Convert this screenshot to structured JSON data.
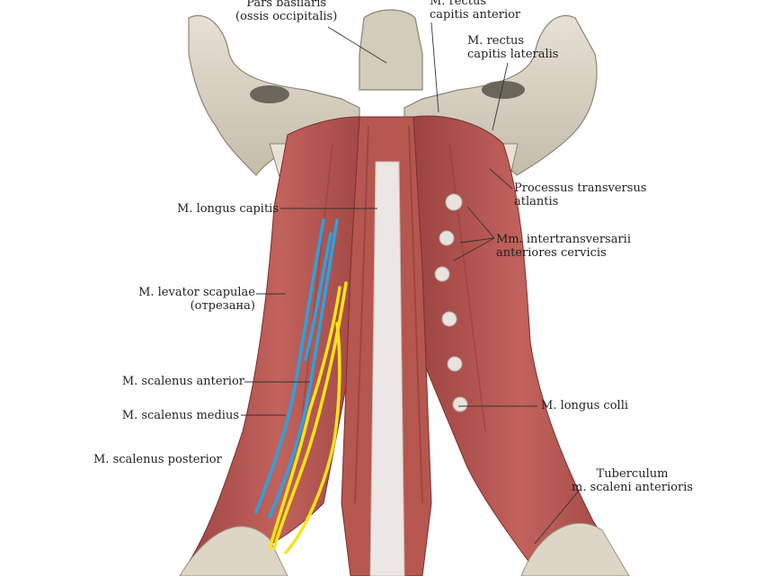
{
  "labels": {
    "pars_basilaris": {
      "line1": "Pars basilaris",
      "line2": "(ossis occipitalis)"
    },
    "rectus_capitis_anterior": {
      "line1": "M. rectus",
      "line2": "capitis anterior"
    },
    "rectus_capitis_lateralis": {
      "line1": "M. rectus",
      "line2": "capitis lateralis"
    },
    "processus_transversus": {
      "line1": "Processus transversus",
      "line2": "atlantis"
    },
    "longus_capitis": {
      "line1": "M. longus capitis"
    },
    "intertransversarii": {
      "line1": "Mm. intertransversarii",
      "line2": "anteriores cervicis"
    },
    "levator_scapulae": {
      "line1": "M. levator scapulae",
      "line2": "(отрезана)"
    },
    "scalenus_anterior": {
      "line1": "M. scalenus anterior"
    },
    "longus_colli": {
      "line1": "M. longus colli"
    },
    "scalenus_medius": {
      "line1": "M. scalenus medius"
    },
    "scalenus_posterior": {
      "line1": "M. scalenus posterior"
    },
    "tuberculum": {
      "line1": "Tuberculum",
      "line2": "m. scaleni anterioris"
    }
  },
  "colors": {
    "muscle": "#b4524f",
    "muscle_dark": "#8e3a39",
    "bone": "#ddd6c6",
    "bone_shadow": "#b9b0a0",
    "tendon": "#ece6e4",
    "marker_blue": "#2aa3e0",
    "marker_yellow": "#f5e51a",
    "leader": "#333333"
  }
}
